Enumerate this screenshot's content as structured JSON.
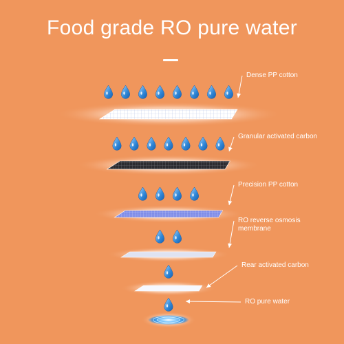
{
  "title": "Food grade RO pure water",
  "colors": {
    "background": "#f0965c",
    "text": "#ffffff",
    "drop": "#3a8ed8"
  },
  "layers": [
    {
      "label": "Dense PP cotton",
      "drops": 8,
      "material": "white-mesh"
    },
    {
      "label": "Granular activated carbon",
      "drops": 7,
      "material": "dark-mesh"
    },
    {
      "label": "Precision PP cotton",
      "drops": 4,
      "material": "blue-mesh"
    },
    {
      "label": "RO reverse osmosis membrane",
      "drops": 2,
      "material": "grey-film"
    },
    {
      "label": "Rear activated carbon",
      "drops": 1,
      "material": "white-sheet"
    },
    {
      "label": "RO pure water",
      "drops": 1,
      "material": "water-splash"
    }
  ]
}
